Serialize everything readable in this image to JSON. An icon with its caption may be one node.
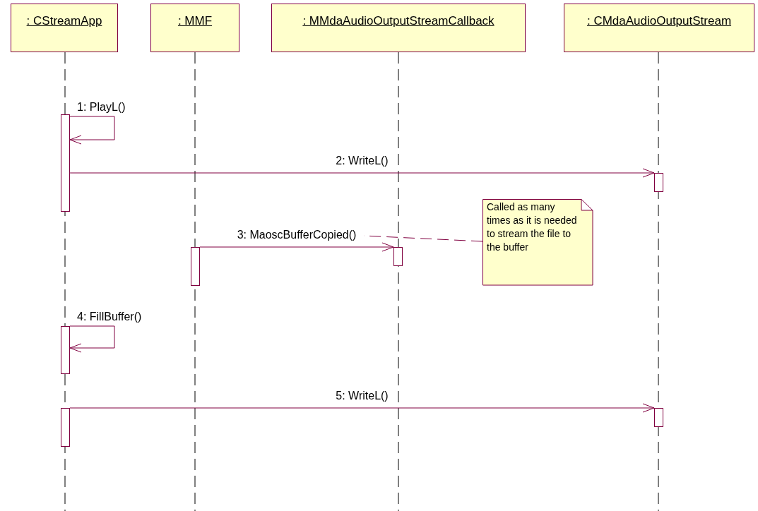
{
  "diagram": {
    "nodes": [
      {
        "text": [
          ": CStreamApp"
        ]
      },
      {
        "text": [
          ": MMF"
        ]
      },
      {
        "text": [
          ": MMdaAudioOutputStreamCallback"
        ]
      },
      {
        "text": [
          ": CMdaAudioOutputStream"
        ]
      },
      {
        "text": [],
        "shape": "bar"
      },
      {
        "text": [],
        "shape": "bar"
      },
      {
        "text": [
          "Called as many times as it is needed to stream the file to the buffer"
        ]
      },
      {
        "text": [],
        "shape": "bar"
      },
      {
        "text": [],
        "shape": "bar"
      },
      {
        "text": [],
        "shape": "bar"
      },
      {
        "text": [],
        "shape": "bar"
      },
      {
        "text": [],
        "shape": "bar"
      }
    ],
    "edges": [
      {
        "from": 4,
        "to": 4,
        "label": "1: PlayL()",
        "arrow": "to"
      },
      {
        "from": 4,
        "to": 5,
        "label": "2: WriteL()",
        "arrow": "to"
      },
      {
        "from": 7,
        "to": 8,
        "label": "3: MaoscBufferCopied()",
        "arrow": "to"
      },
      {
        "from": 6,
        "to": null,
        "arrow": "none",
        "style": "dashed"
      },
      {
        "from": 9,
        "to": 9,
        "label": "4: FillBuffer()",
        "arrow": "to"
      },
      {
        "from": 10,
        "to": 11,
        "label": "5: WriteL()",
        "arrow": "to"
      }
    ]
  }
}
